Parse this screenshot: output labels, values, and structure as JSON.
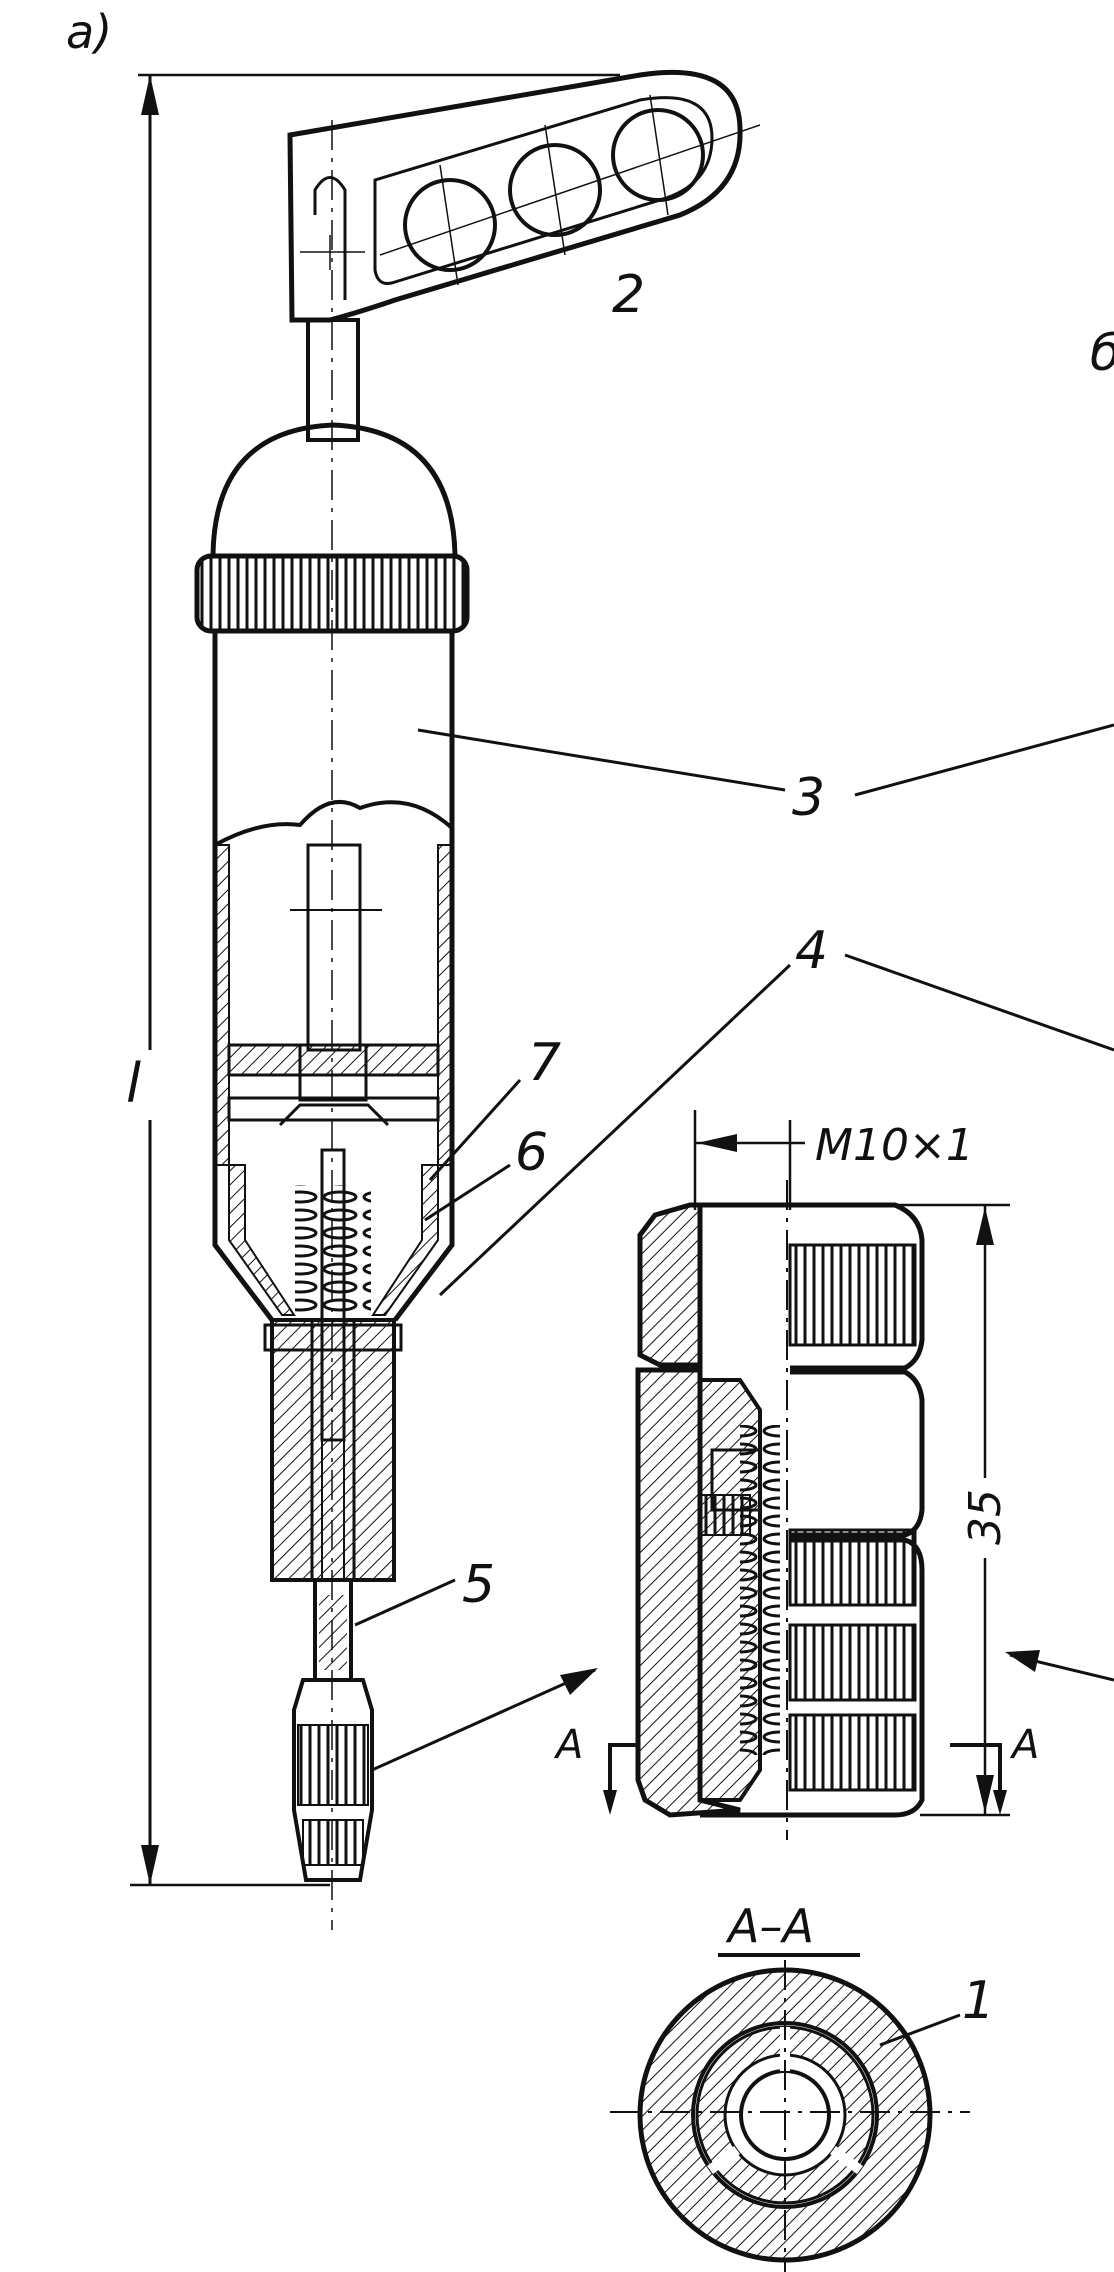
{
  "figure": {
    "panel_a": "a)",
    "panel_b": "б",
    "dimension_length": "l",
    "thread_spec": "M10×1",
    "dimension_height": "35",
    "section_mark_left": "A",
    "section_mark_right": "A",
    "section_title": "A–A",
    "callouts": {
      "c1": "1",
      "c2": "2",
      "c3": "3",
      "c4": "4",
      "c5": "5",
      "c6": "6",
      "c7": "7"
    }
  }
}
